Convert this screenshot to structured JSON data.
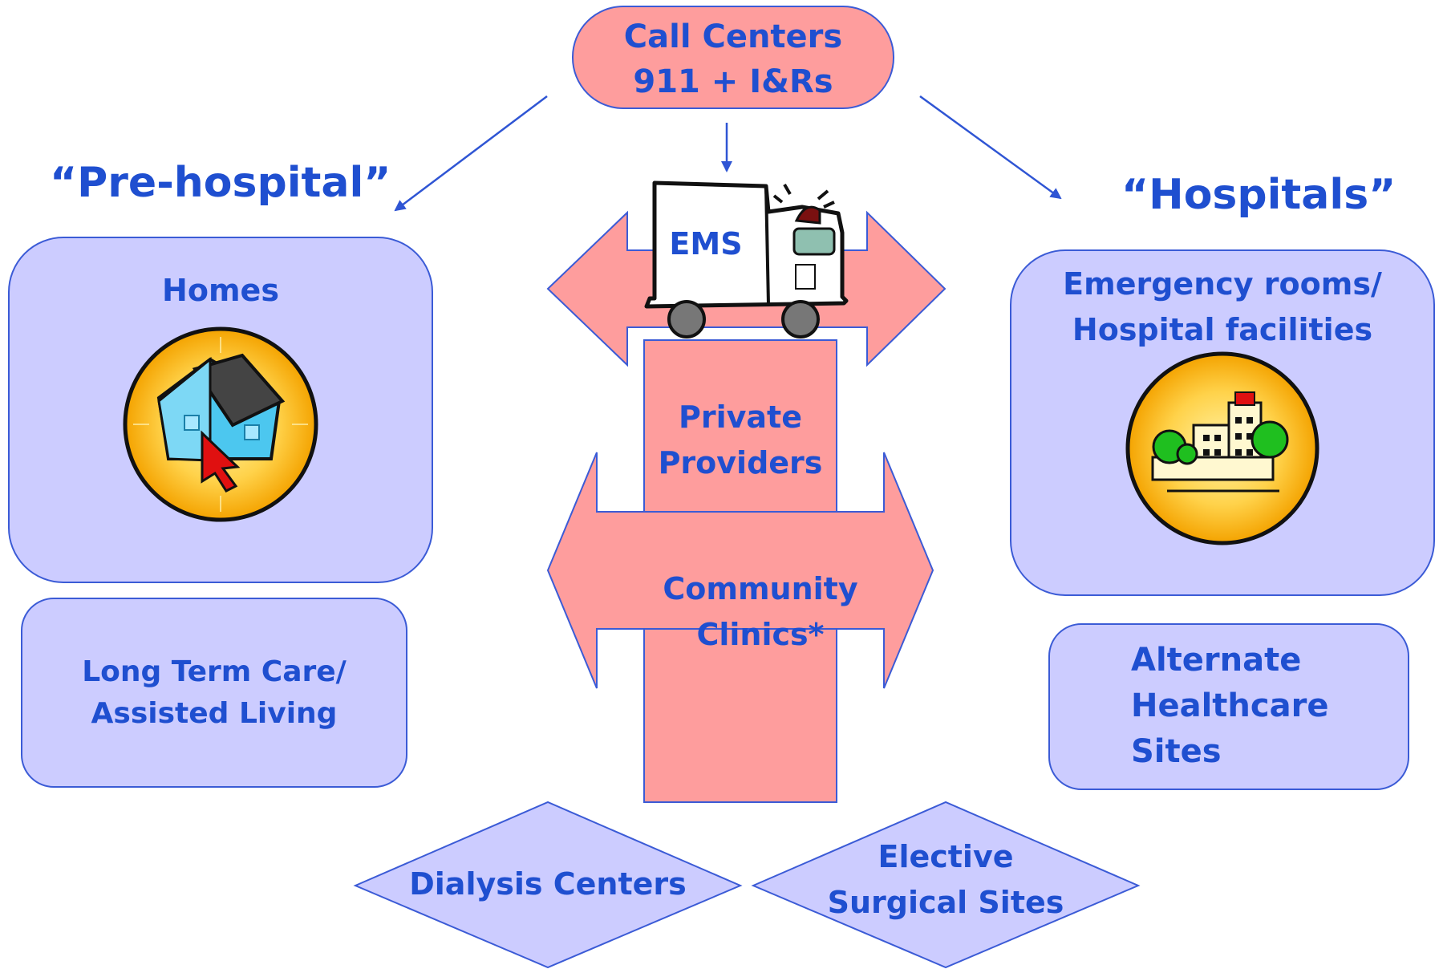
{
  "call_center": {
    "line1": "Call Centers",
    "line2": "911 + I&Rs"
  },
  "pre_hospital": {
    "title": "“Pre-hospital”"
  },
  "hospitals": {
    "title": "“Hospitals”"
  },
  "homes": {
    "label": "Homes"
  },
  "long_term": {
    "line1": "Long Term Care/",
    "line2": "Assisted Living"
  },
  "emergency": {
    "line1": "Emergency rooms/",
    "line2": "Hospital facilities"
  },
  "alternate": {
    "line1": "Alternate",
    "line2": "Healthcare",
    "line3": "Sites"
  },
  "ems": {
    "label": "EMS"
  },
  "private": {
    "line1": "Private",
    "line2": "Providers"
  },
  "community": {
    "line1": "Community",
    "line2": "Clinics*"
  },
  "dialysis": {
    "label": "Dialysis Centers"
  },
  "elective": {
    "line1": "Elective",
    "line2": "Surgical Sites"
  },
  "colors": {
    "box_fill": "#ccccff",
    "salmon": "#fe9d9d",
    "text_blue": "#1f4fd0",
    "stroke_blue": "#3b5bd6"
  },
  "icons": [
    "house-icon",
    "hospital-icon",
    "ambulance-icon",
    "arrow-icon"
  ]
}
